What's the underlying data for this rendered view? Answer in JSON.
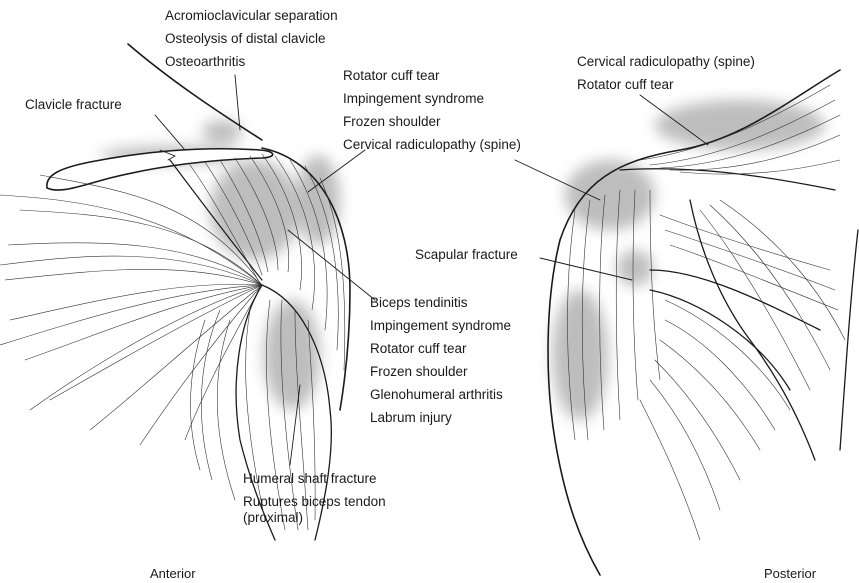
{
  "labels": {
    "acromio_group": [
      "Acromioclavicular separation",
      "Osteolysis of distal clavicle",
      "Osteoarthritis"
    ],
    "clavicle_fracture": "Clavicle fracture",
    "rotator_group": [
      "Rotator cuff tear",
      "Impingement syndrome",
      "Frozen shoulder",
      "Cervical radiculopathy (spine)"
    ],
    "biceps_group": [
      "Biceps tendinitis",
      "Impingement syndrome",
      "Rotator cuff tear",
      "Frozen shoulder",
      "Glenohumeral arthritis",
      "Labrum injury"
    ],
    "humeral_group": [
      "Humeral shaft fracture",
      "Ruptures biceps tendon",
      "(proximal)"
    ],
    "posterior_top_group": [
      "Cervical radiculopathy (spine)",
      "Rotator cuff tear"
    ],
    "scapular_fracture": "Scapular fracture"
  },
  "views": {
    "anterior": "Anterior",
    "posterior": "Posterior"
  },
  "colors": {
    "outline": "#1a1a1a",
    "highlight": "#9a9a9a",
    "muscle_line": "#333333"
  }
}
